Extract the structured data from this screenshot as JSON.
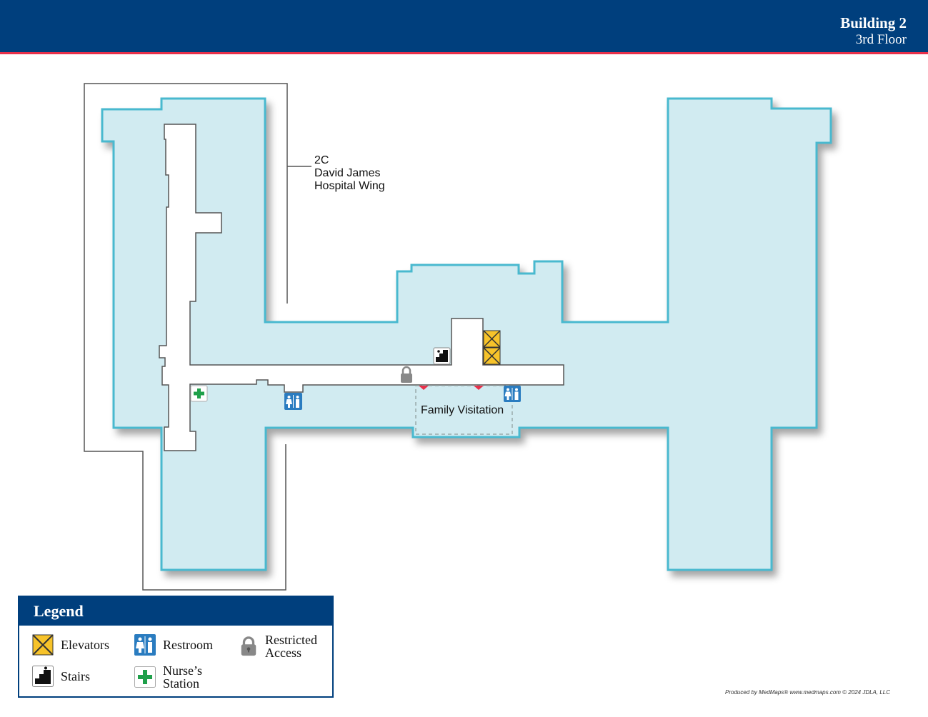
{
  "header": {
    "building": "Building 2",
    "floor": "3rd Floor"
  },
  "map": {
    "wing_label": {
      "code": "2C",
      "line1": "David James",
      "line2": "Hospital Wing"
    },
    "area_label": "Family Visitation"
  },
  "legend": {
    "title": "Legend",
    "items": {
      "elevators": "Elevators",
      "restroom": "Restroom",
      "restricted_line1": "Restricted",
      "restricted_line2": "Access",
      "stairs": "Stairs",
      "nurse_line1": "Nurse’s",
      "nurse_line2": "Station"
    }
  },
  "credit": "Produced by MedMaps®  www.medmaps.com   © 2024  JDLA, LLC",
  "colors": {
    "header": "#003f7d",
    "accent_red": "#e8304a",
    "floor_fill": "#d1ebf1",
    "floor_stroke": "#4ab9cf"
  }
}
